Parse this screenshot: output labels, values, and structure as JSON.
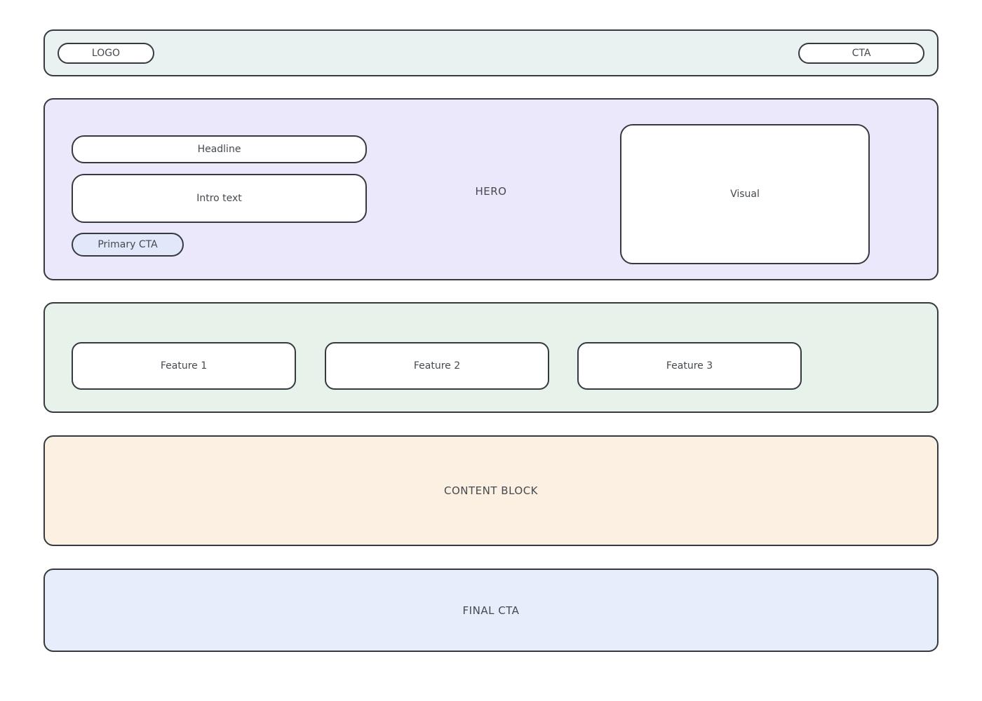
{
  "colors": {
    "border": "#343a40",
    "text": "#444a4f",
    "topbar_bg": "#e9f2f0",
    "hero_bg": "#eae8fa",
    "primary_cta_bg": "#e2e8f9",
    "features_bg": "#e7f2eb",
    "content_block_bg": "#fcf0e2",
    "final_cta_bg": "#e7eefb",
    "card_bg": "#ffffff"
  },
  "topbar": {
    "logo_label": "LOGO",
    "cta_label": "CTA"
  },
  "hero": {
    "section_label": "HERO",
    "headline_label": "Headline",
    "intro_label": "Intro text",
    "primary_cta_label": "Primary CTA",
    "visual_label": "Visual"
  },
  "features": {
    "items": [
      {
        "label": "Feature 1"
      },
      {
        "label": "Feature 2"
      },
      {
        "label": "Feature 3"
      }
    ]
  },
  "content_block": {
    "label": "CONTENT BLOCK"
  },
  "final_cta": {
    "label": "FINAL CTA"
  }
}
